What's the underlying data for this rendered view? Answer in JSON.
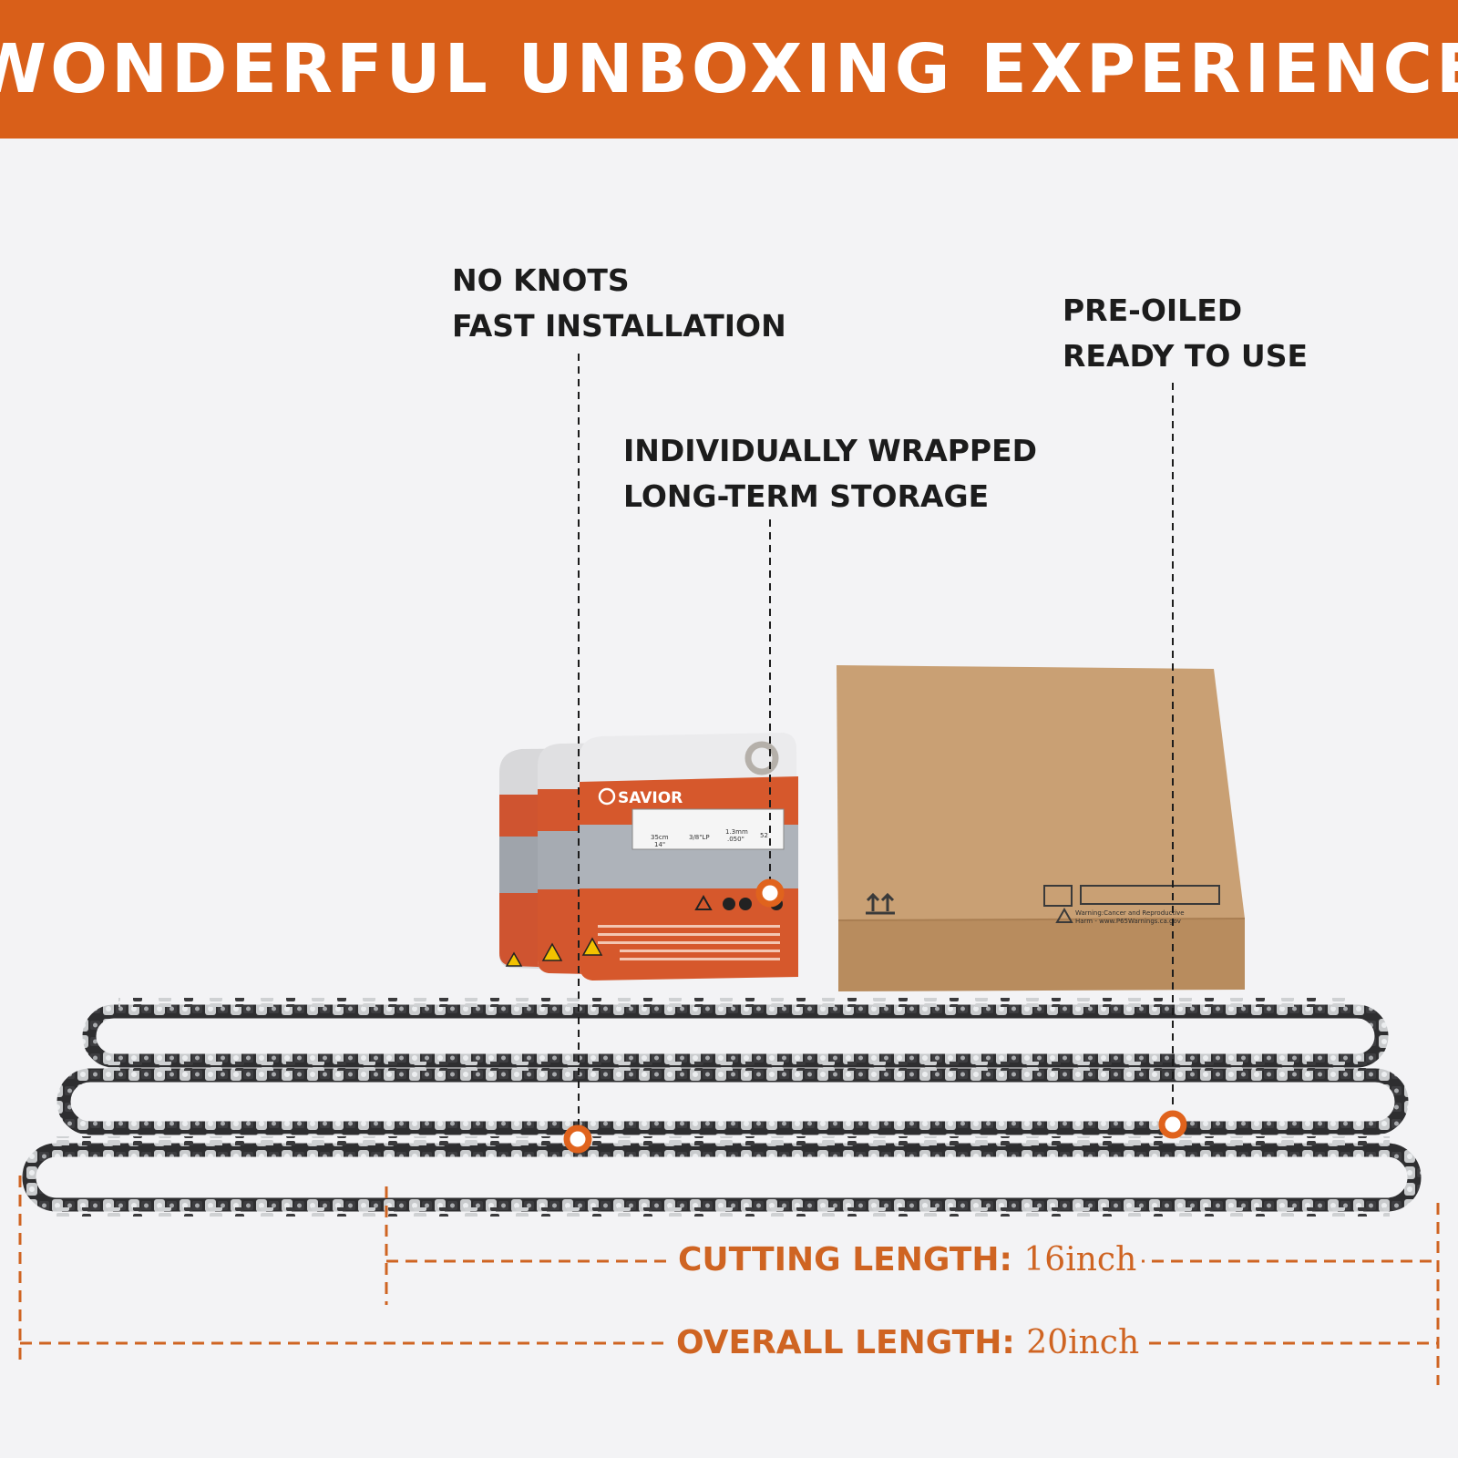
{
  "header": {
    "title": "WONDERFUL UNBOXING EXPERIENCE"
  },
  "colors": {
    "brand_orange": "#d95f19",
    "dimension_orange": "#cf6422",
    "cardboard": "#c59a6c",
    "bag_orange": "#d0552d"
  },
  "callouts": [
    {
      "line1": "NO KNOTS",
      "line2": "FAST INSTALLATION"
    },
    {
      "line1": "INDIVIDUALLY WRAPPED",
      "line2": "LONG-TERM STORAGE"
    },
    {
      "line1": "PRE-OILED",
      "line2": "READY TO USE"
    }
  ],
  "packaging": {
    "brand": "SAVIOR",
    "spec_values": [
      "35cm",
      "14\"",
      "3/8\"LP",
      "1.3mm",
      ".050\"",
      "52"
    ],
    "box_warning_line1": "Warning:Cancer and Reproductive",
    "box_warning_line2": "Harm - www.P65Warnings.ca.gov"
  },
  "dimensions": {
    "cutting": {
      "label": "CUTTING LENGTH:",
      "value": "16inch"
    },
    "overall": {
      "label": "OVERALL LENGTH:",
      "value": "20inch"
    }
  },
  "icons": [
    "this-side-up-icon",
    "recycle-icon",
    "warning-icon",
    "marker-dot-icon"
  ]
}
